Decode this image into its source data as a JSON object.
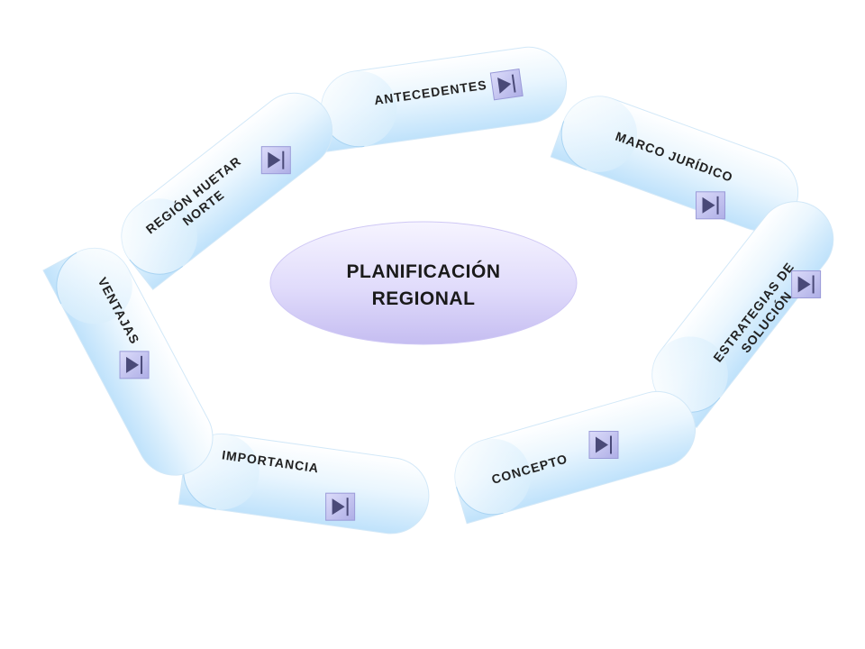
{
  "center": {
    "line1": "PLANIFICACIÓN",
    "line2": "REGIONAL"
  },
  "buttons": {
    "antecedentes": {
      "label": "ANTECEDENTES",
      "icon": "play-end-icon"
    },
    "marco_juridico": {
      "label": "MARCO JURÍDICO",
      "icon": "play-end-icon"
    },
    "estrategias": {
      "line1": "ESTRATEGIAS DE",
      "line2": "SOLUCIÓN",
      "icon": "play-end-icon"
    },
    "concepto": {
      "label": "CONCEPTO",
      "icon": "play-end-icon"
    },
    "importancia": {
      "label": "IMPORTANCIA",
      "icon": "play-end-icon"
    },
    "ventajas": {
      "label": "VENTAJAS",
      "icon": "play-end-icon"
    },
    "region": {
      "line1": "REGIÓN HUETAR",
      "line2": "NORTE",
      "icon": "play-end-icon"
    }
  },
  "colors": {
    "scroll_light": "#ffffff",
    "scroll_blue": "#bfe2fb",
    "ellipse_light": "#f3f1ff",
    "ellipse_purple": "#c8c0f2",
    "icon_face": "#c3c3f0",
    "icon_glyph": "#4a4a78"
  }
}
